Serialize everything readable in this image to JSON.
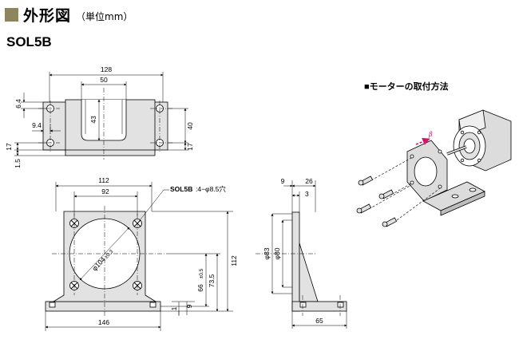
{
  "header": {
    "title": "外形図",
    "unit": "（単位mm）",
    "model": "SOL5B"
  },
  "colors": {
    "title_square": "#8c8560",
    "part_fill": "#e2e2e2",
    "arrow_accent": "#d4146c"
  },
  "top_view": {
    "dims": {
      "overall_width": "128",
      "inner_width": "50",
      "slot_depth": "43",
      "edge_offset": "6.4",
      "hole_offset": "9.4",
      "hole_pitch": "40",
      "lower_height": "17",
      "right_height": "17",
      "base_thickness": "1.5"
    }
  },
  "front_view": {
    "dims": {
      "top_width": "112",
      "hole_pitch": "92",
      "base_width": "146",
      "height": "112",
      "center_height": "73.5",
      "center_height_tol": "66",
      "center_height_tol_note": "±0.5",
      "base_1": "1",
      "base_9": "9",
      "bore": "φ104",
      "bore_tol": "±0.3"
    },
    "callout_model": "SOL5B",
    "callout_spec": ":4−φ8.5穴"
  },
  "side_view": {
    "dims": {
      "flange_9": "9",
      "overall_26": "26",
      "thickness_3": "3",
      "phi83": "φ83",
      "phi80": "φ80",
      "depth_65": "65"
    }
  },
  "mounting": {
    "caption": "■モーターの取付方法",
    "arrow_label": "β"
  }
}
